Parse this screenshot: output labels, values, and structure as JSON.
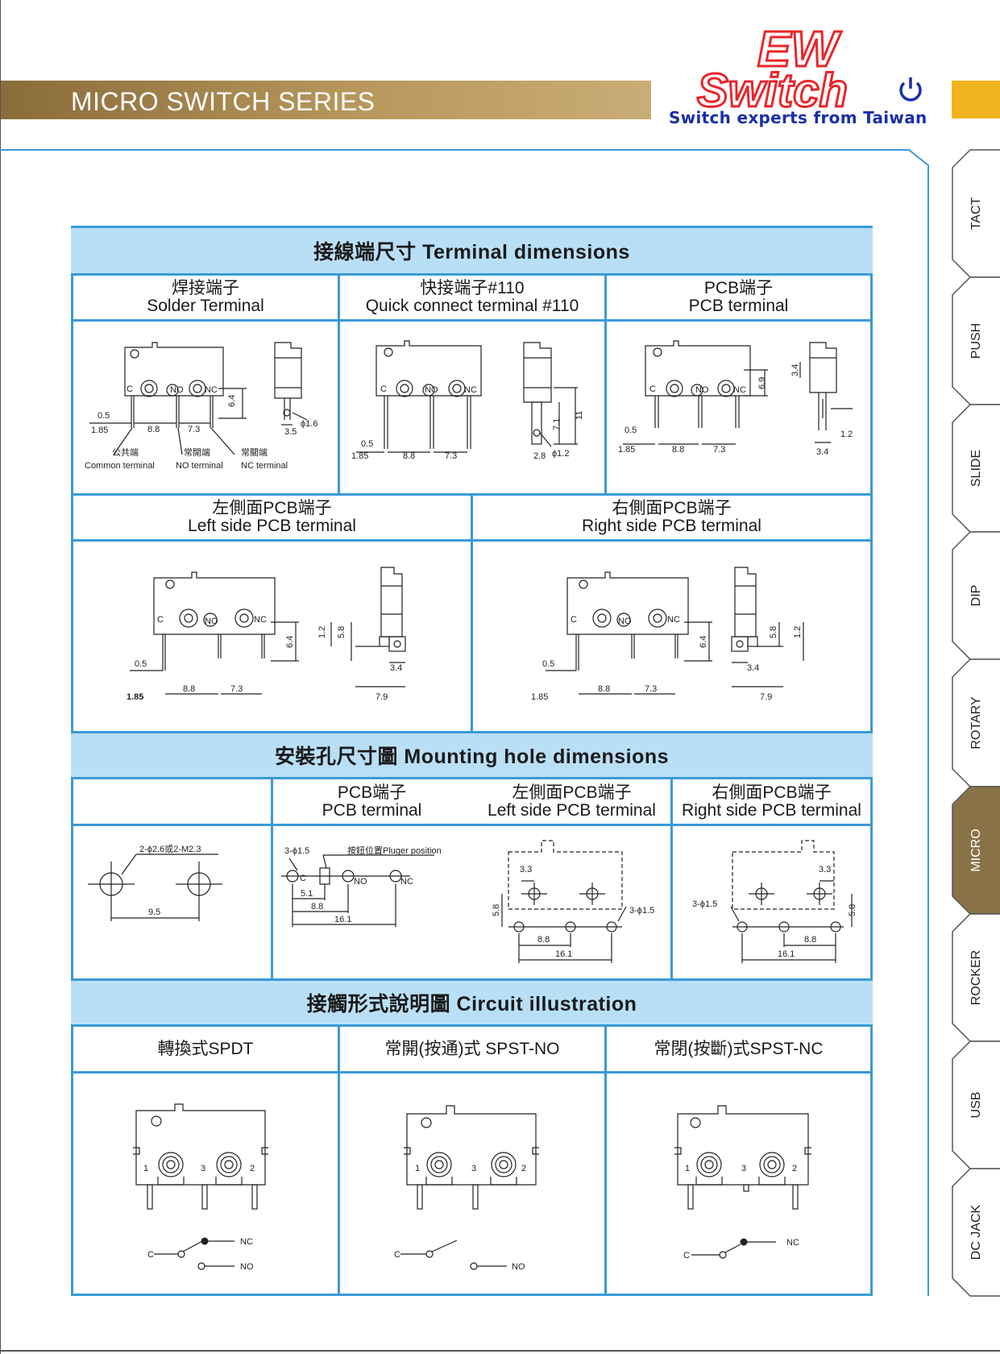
{
  "header": {
    "series_title": "MICRO SWITCH  SERIES",
    "logo_line1": "EW",
    "logo_line2": "Switch",
    "tagline": "Switch experts from Taiwan",
    "brand_red": "#e8262b",
    "brand_blue": "#1a2fa8",
    "accent_gold": "#b8975c",
    "accent_yellow": "#f2b320",
    "table_blue": "#3a9ad8",
    "band_fill": "#b9dff6"
  },
  "side_tabs": [
    {
      "label": "TACT",
      "active": false
    },
    {
      "label": "PUSH",
      "active": false
    },
    {
      "label": "SLIDE",
      "active": false
    },
    {
      "label": "DIP",
      "active": false
    },
    {
      "label": "ROTARY",
      "active": false
    },
    {
      "label": "MICRO",
      "active": true
    },
    {
      "label": "ROCKER",
      "active": false
    },
    {
      "label": "USB",
      "active": false
    },
    {
      "label": "DC JACK",
      "active": false
    }
  ],
  "terminal": {
    "title": "接線端尺寸 Terminal dimensions",
    "cols": [
      {
        "zh": "焊接端子",
        "en": "Solder Terminal"
      },
      {
        "zh": "快接端子#110",
        "en": "Quick connect terminal #110"
      },
      {
        "zh": "PCB端子",
        "en": "PCB terminal"
      }
    ],
    "side_cols": [
      {
        "zh": "左側面PCB端子",
        "en": "Left side PCB terminal"
      },
      {
        "zh": "右側面PCB端子",
        "en": "Right side PCB terminal"
      }
    ],
    "labels": {
      "c": "C",
      "no": "NO",
      "nc": "NC",
      "d05": "0.5",
      "d185": "1.85",
      "d88": "8.8",
      "d73": "7.3",
      "d64": "6.4",
      "d35": "3.5",
      "phi16": "ϕ1.6",
      "d28": "2.8",
      "phi12": "ϕ1.2",
      "d71": "7.1",
      "d11": "11",
      "d69": "6.9",
      "d34": "3.4",
      "d12": "1.2",
      "d58": "5.8",
      "d79": "7.9",
      "common_zh": "公共端",
      "no_zh": "常開端",
      "nc_zh": "常關端",
      "common_en": "Common terminal",
      "no_en": "NO terminal",
      "nc_en": "NC terminal"
    }
  },
  "mounting": {
    "title": "安裝孔尺寸圖 Mounting hole dimensions",
    "cols": [
      {
        "zh": "",
        "en": ""
      },
      {
        "zh": "PCB端子",
        "en": "PCB terminal"
      },
      {
        "zh": "左側面PCB端子",
        "en": "Left side PCB terminal"
      },
      {
        "zh": "右側面PCB端子",
        "en": "Right side PCB terminal"
      }
    ],
    "labels": {
      "holes": "2-ϕ2.6或2-M2.3",
      "d95": "9.5",
      "three_holes": "3-ϕ1.5",
      "plunger": "按鈕位置Pluger position",
      "d51": "5.1",
      "d88": "8.8",
      "d161": "16.1",
      "d33": "3.3",
      "d58": "5.8"
    }
  },
  "circuit": {
    "title": "接觸形式說明圖 Circuit illustration",
    "cols": [
      {
        "label": "轉換式SPDT"
      },
      {
        "label": "常開(按通)式 SPST-NO"
      },
      {
        "label": "常閉(按斷)式SPST-NC"
      }
    ],
    "labels": {
      "p1": "1",
      "p2": "2",
      "p3": "3",
      "c": "C",
      "no": "NO",
      "nc": "NC"
    }
  }
}
